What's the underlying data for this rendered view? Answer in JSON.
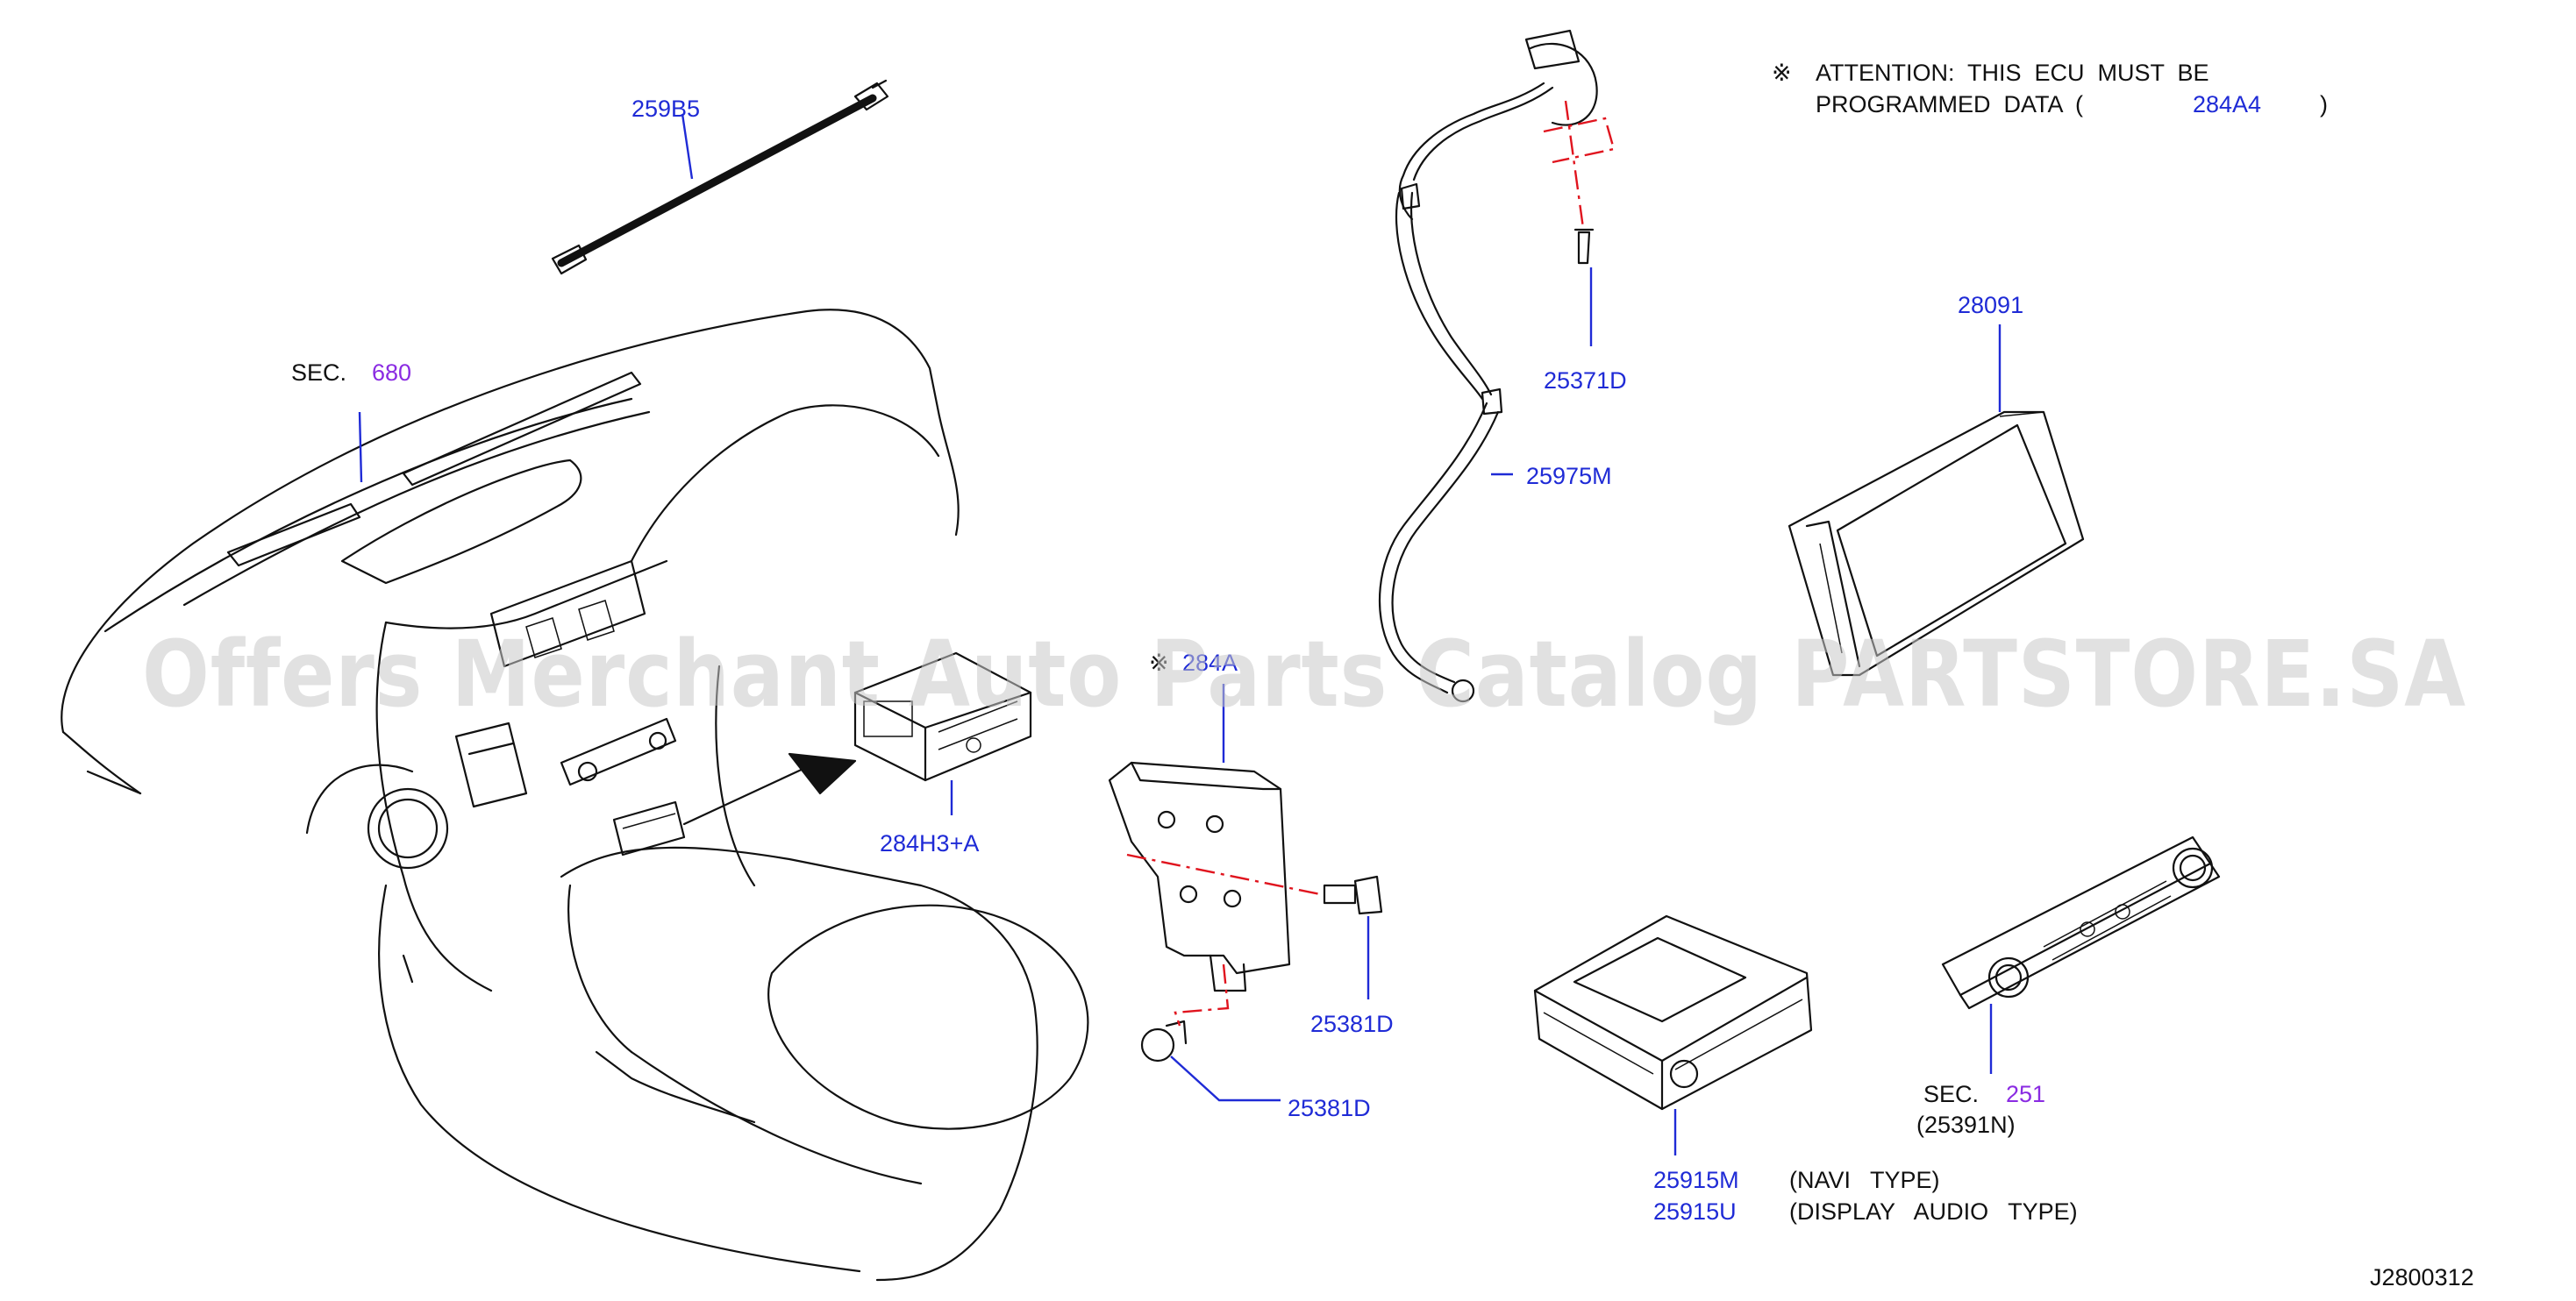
{
  "attention": {
    "mark": "※",
    "line1": "ATTENTION:  THIS  ECU  MUST  BE",
    "line2": "PROGRAMMED  DATA  (",
    "part": "284A4",
    "close": ")"
  },
  "watermark": "Offers Merchant Auto Parts Catalog PARTSTORE.SA",
  "labels": {
    "p259B5": "259B5",
    "sec_prefix": "SEC.",
    "sec680": "680",
    "p25371D": "25371D",
    "p25975M": "25975M",
    "p28091": "28091",
    "p284H3A": "284H3+A",
    "p284A4_mark": "※",
    "p284A4_partial": "284A",
    "p25381D_a": "25381D",
    "p25381D_b": "25381D",
    "sec251": "251",
    "p25391N": "(25391N)",
    "p25915M": "25915M",
    "navi": "(NAVI   TYPE)",
    "p25915U": "25915U",
    "display": "(DISPLAY   AUDIO   TYPE)",
    "diagram_id": "J2800312"
  },
  "colors": {
    "part_number": "#1f2bd6",
    "section_ref": "#8a2be2",
    "guide_line": "#e0141e",
    "drawing": "#111111"
  }
}
